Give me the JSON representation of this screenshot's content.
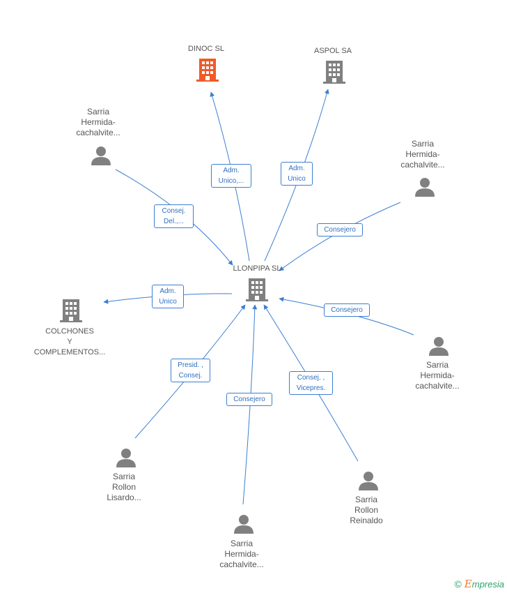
{
  "colors": {
    "edge": "#3b7fd1",
    "company_main": "#808080",
    "company_highlight": "#f05a28",
    "person": "#808080",
    "label_text": "#555555"
  },
  "nodes": {
    "dinoc": {
      "lines": [
        "DINOC SL"
      ]
    },
    "aspol": {
      "lines": [
        "ASPOL SA"
      ]
    },
    "llonpipa": {
      "lines": [
        "LLONPIPA SL"
      ]
    },
    "colchones": {
      "lines": [
        "COLCHONES",
        "Y",
        "COMPLEMENTOS..."
      ]
    },
    "person_top_left": {
      "lines": [
        "Sarria",
        "Hermida-",
        "cachalvite..."
      ]
    },
    "person_top_right": {
      "lines": [
        "Sarria",
        "Hermida-",
        "cachalvite..."
      ]
    },
    "person_right": {
      "lines": [
        "Sarria",
        "Hermida-",
        "cachalvite..."
      ]
    },
    "person_bottom_left": {
      "lines": [
        "Sarria",
        "Rollon",
        "Lisardo..."
      ]
    },
    "person_bottom": {
      "lines": [
        "Sarria",
        "Hermida-",
        "cachalvite..."
      ]
    },
    "person_bottom_right": {
      "lines": [
        "Sarria",
        "Rollon",
        "Reinaldo"
      ]
    }
  },
  "roles": {
    "dinoc": {
      "lines": [
        "Adm.",
        "Unico,..."
      ]
    },
    "aspol": {
      "lines": [
        "Adm.",
        "Unico"
      ]
    },
    "top_left": {
      "lines": [
        "Consej.",
        "Del.,..."
      ]
    },
    "top_right": {
      "lines": [
        "Consejero"
      ]
    },
    "colchones": {
      "lines": [
        "Adm.",
        "Unico"
      ]
    },
    "right": {
      "lines": [
        "Consejero"
      ]
    },
    "bottom_left": {
      "lines": [
        "Presid. ,",
        "Consej."
      ]
    },
    "bottom": {
      "lines": [
        "Consejero"
      ]
    },
    "bottom_right": {
      "lines": [
        "Consej. ,",
        "Vicepres."
      ]
    }
  },
  "footer": {
    "copyright": "©",
    "brand_initial": "E",
    "brand_rest": "mpresia"
  }
}
